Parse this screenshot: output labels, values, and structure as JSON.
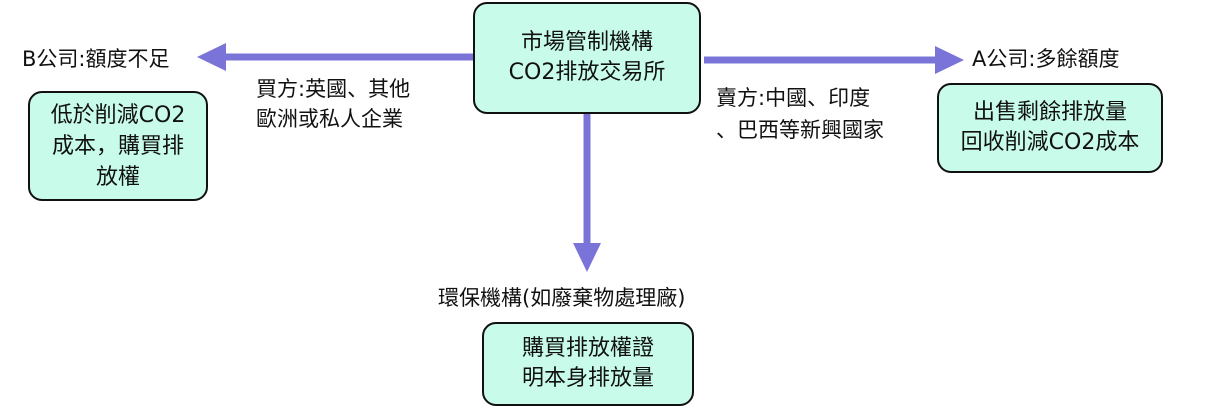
{
  "center_box": {
    "text": "市場管制機構\nCO2排放交易所"
  },
  "left": {
    "heading": "B公司:額度不足",
    "box_text": "低於削減CO2\n成本，購買排\n放權"
  },
  "right": {
    "heading": "A公司:多餘額度",
    "box_text": "出售剩餘排放量\n回收削減CO2成本"
  },
  "buyer_label": "買方:英國、其他\n歐洲或私人企業",
  "seller_label": "賣方:中國、印度\n、巴西等新興國家",
  "bottom": {
    "heading": "環保機構(如廢棄物處理廠)",
    "box_text": "購買排放權證\n明本身排放量"
  },
  "colors": {
    "box_fill": "#c8fbe9",
    "box_border": "#111111",
    "arrow": "#7b74d8"
  }
}
